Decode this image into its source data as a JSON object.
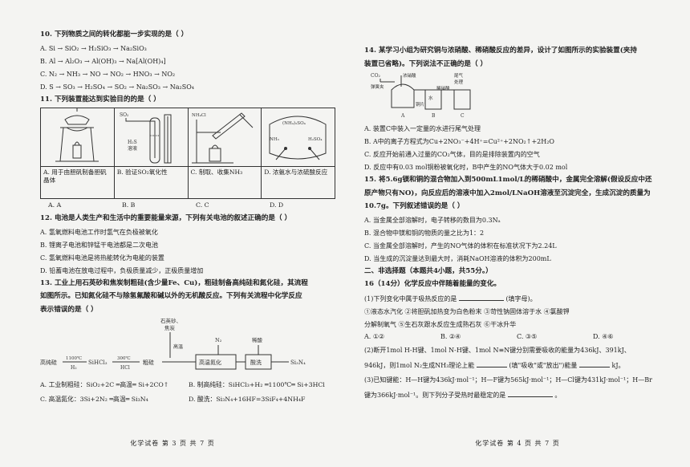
{
  "left": {
    "q10": {
      "stem": "10. 下列物质之间的转化都能一步实现的是（    ）",
      "options": [
        "A. Si → SiO₂ → H₂SiO₃ → Na₂SiO₃",
        "B. Al → Al₂O₃ → Al(OH)₃ → Na[Al(OH)₄]",
        "C. N₂ → NH₃ → NO → NO₂ → HNO₃ → NO₂",
        "D. S → SO₃ → H₂SO₄ → SO₂ → Na₂SO₃ → Na₂SO₄"
      ]
    },
    "q11": {
      "stem": "11. 下列装置能达到实验目的的是（    ）",
      "cells": [
        {
          "text": "A. 用于由胆矾制备胆矾晶体",
          "label1": ""
        },
        {
          "text": "B. 验证SO₂氧化性",
          "label1": "SO₂",
          "label2": "H₂S",
          "label3": "溶液"
        },
        {
          "text": "C. 制取、收集NH₃",
          "label1": "NH₄Cl"
        },
        {
          "text": "D. 浓氨水与浓硫酸反应",
          "label1": "(NH₄)₂SO₄",
          "label2": "NH₃",
          "label3": "H₂SO₄"
        }
      ],
      "answers": [
        "A. A",
        "B. B",
        "C. C",
        "D. D"
      ]
    },
    "q12": {
      "stem": "12. 电池是人类生产和生活中的重要能量来源，下列有关电池的叙述正确的是（    ）",
      "options": [
        "A. 氢氧燃料电池工作时氢气在负极被氧化",
        "B. 锂离子电池和锌锰干电池都是二次电池",
        "C. 氢氧燃料电池是将热能转化为电能的装置",
        "D. 铅蓄电池在放电过程中，负极质量减少，正极质量增加"
      ]
    },
    "q13": {
      "stem1": "13. 工业上用石英砂和焦炭制粗硅(含少量Fe、Cu)，粗硅制备高纯硅和氮化硅，其流程",
      "stem2": "如图所示。已知氮化硅不与除氢氟酸和碱以外的无机酸反应。下列有关流程中化学反应",
      "stem3": "表示错误的是（    ）",
      "flow": {
        "top_label1": "石英砂、",
        "top_label2": "焦炭",
        "gaowen": "高温",
        "n2": "N₂",
        "dilute_acid": "稀酸",
        "pure_si": "高纯硅",
        "t1": "1100℃",
        "h2": "H₂",
        "shcl3": "SiHCl₃",
        "t2": "300℃",
        "hcl": "HCl",
        "crude": "粗硅",
        "box1": "高温氮化",
        "box2": "酸洗",
        "product": "Si₃N₄"
      },
      "options": [
        "A. 工业制粗硅：SiO₂+2C ═高温═ Si+2CO↑",
        "B. 制高纯硅：SiHCl₃+H₂ ═1100℃═ Si+3HCl",
        "C. 高温氮化：3Si+2N₂ ═高温═ Si₃N₄",
        "D. 酸洗：Si₃N₄+16HF=3SiF₄+4NH₄F"
      ]
    },
    "footer": "化学试卷  第 3 页  共 7 页"
  },
  "right": {
    "q14": {
      "stem1": "14. 某学习小组为研究铜与浓硝酸、稀硝酸反应的差异，设计了如图所示的实验装置(夹持",
      "stem2": "装置已省略)。下列说法不正确的是（    ）",
      "labels": {
        "co2": "CO₂",
        "spring": "弹簧夹",
        "conc": "浓硝酸",
        "tail1": "尾气",
        "tail2": "处理",
        "water": "水",
        "dilute": "稀硝酸",
        "copper": "铜片",
        "a": "A",
        "b": "B",
        "c": "C"
      },
      "options": [
        "A. 装置C中装入一定量的水进行尾气处理",
        "B. A中的离子方程式为Cu+2NO₃⁻+4H⁺=Cu²⁺+2NO₂↑+2H₂O",
        "C. 反应开始前通入过量的CO₂气体，目的是排除装置内的空气",
        "D. 反应中有0.03 mol铜粉被氧化时，B中产生的NO气体大于0.02 mol"
      ]
    },
    "q15": {
      "stem1": "15. 将5.6g镁和铜的混合物加入到500mL1mol/L的稀硝酸中，金属完全溶解(假设反应中还",
      "stem2": "原产物只有NO)，向反应后的溶液中加入2mol/LNaOH溶液至沉淀完全，生成沉淀的质量为",
      "stem3": "10.7g。下列叙述错误的是（    ）",
      "options": [
        "A. 当金属全部溶解时，电子转移的数目为0.3Nₐ",
        "B. 混合物中镁和铜的物质的量之比为1：2",
        "C. 当金属全部溶解时，产生的NO气体的体积在标准状况下为2.24L",
        "D. 当生成的沉淀量达到最大时，消耗NaOH溶液的体积为200mL"
      ]
    },
    "section2": "二、非选择题（本题共4小题，共55分。）",
    "q16": {
      "stem": "16（14分）化学反应中伴随着能量的变化。",
      "p1": "(1)下列变化中属于吸热反应的是",
      "p1b": "(填字母)。",
      "items1": "①液态水汽化    ②将胆矾加热变为白色粉末    ③苛性钠固体溶于水    ④氯酸钾",
      "items2": "分解制氧气    ⑤生石灰跟水反应生成熟石灰    ⑥干冰升华",
      "choices": [
        "A. ①②",
        "B. ②④",
        "C. ③⑤",
        "D. ④⑥"
      ],
      "p2a": "(2)断开1mol H-H键、1mol N-H键、1mol N≡N键分别需要吸收的能量为436kJ、391kJ、",
      "p2b": "946kJ，则1mol N₂生成NH₃理论上能",
      "p2c": "(填\"吸收\"或\"放出\")能量",
      "p2d": "kJ。",
      "p3a": "(3)已知键能：H—H键为436kJ·mol⁻¹；H—F键为565kJ·mol⁻¹；H—Cl键为431kJ·mol⁻¹；H—Br",
      "p3b": "键为366kJ·mol⁻¹。则下列分子受热时最稳定的是",
      "p3c": "。"
    },
    "footer": "化学试卷  第 4 页  共 7 页"
  }
}
